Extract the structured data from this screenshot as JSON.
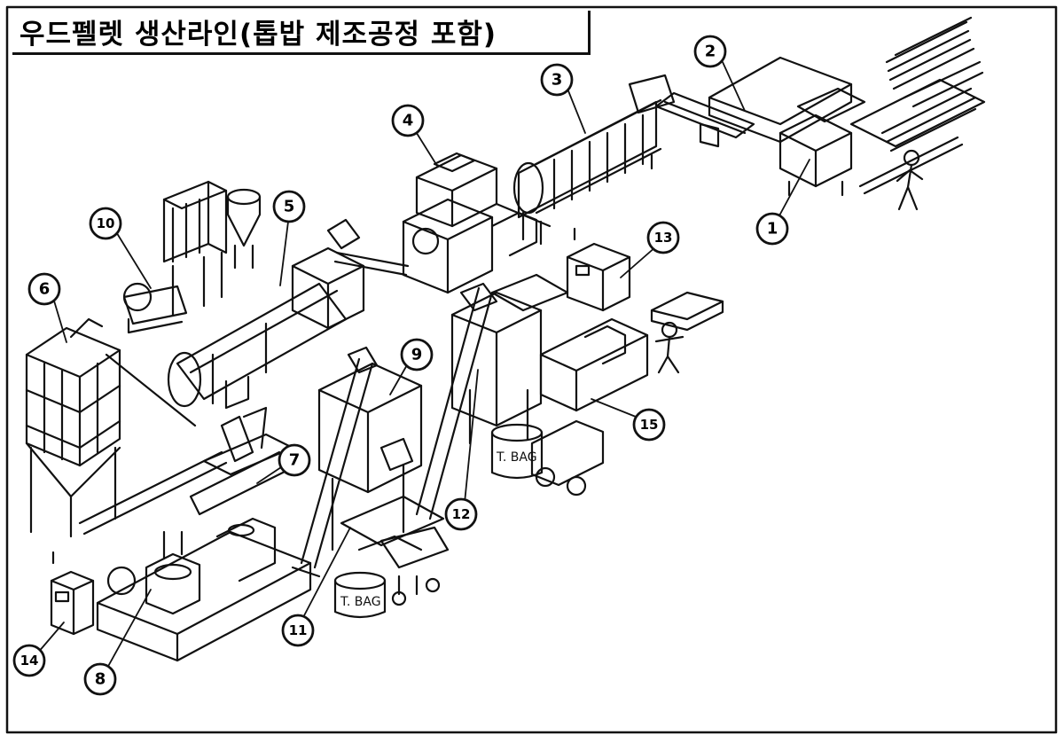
{
  "title": "우드펠렛 생산라인(톱밥 제조공정 포함)",
  "labels": {
    "tbag_1": "T. BAG",
    "tbag_2": "T. BAG"
  },
  "callouts": [
    {
      "id": "c1",
      "text": "1"
    },
    {
      "id": "c2",
      "text": "2"
    },
    {
      "id": "c3",
      "text": "3"
    },
    {
      "id": "c4",
      "text": "4"
    },
    {
      "id": "c5",
      "text": "5"
    },
    {
      "id": "c6",
      "text": "6"
    },
    {
      "id": "c7",
      "text": "7"
    },
    {
      "id": "c8",
      "text": "8"
    },
    {
      "id": "c9",
      "text": "9"
    },
    {
      "id": "c10",
      "text": "10"
    },
    {
      "id": "c11",
      "text": "11"
    },
    {
      "id": "c12",
      "text": "12"
    },
    {
      "id": "c13",
      "text": "13"
    },
    {
      "id": "c14",
      "text": "14"
    },
    {
      "id": "c15",
      "text": "15"
    }
  ]
}
